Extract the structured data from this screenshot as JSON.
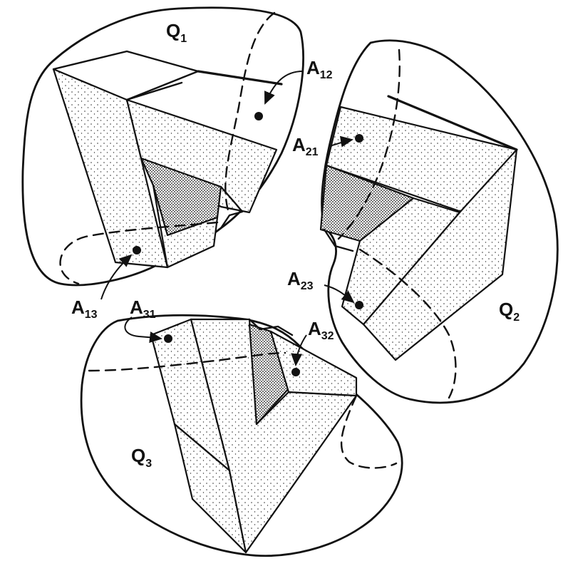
{
  "figure": {
    "regions": [
      {
        "id": "Q1",
        "base": "Q",
        "sub": "1"
      },
      {
        "id": "Q2",
        "base": "Q",
        "sub": "2"
      },
      {
        "id": "Q3",
        "base": "Q",
        "sub": "3"
      }
    ],
    "points": [
      {
        "id": "A12",
        "base": "A",
        "sub": "12"
      },
      {
        "id": "A21",
        "base": "A",
        "sub": "21"
      },
      {
        "id": "A23",
        "base": "A",
        "sub": "23"
      },
      {
        "id": "A13",
        "base": "A",
        "sub": "13"
      },
      {
        "id": "A31",
        "base": "A",
        "sub": "31"
      },
      {
        "id": "A32",
        "base": "A",
        "sub": "32"
      }
    ]
  }
}
